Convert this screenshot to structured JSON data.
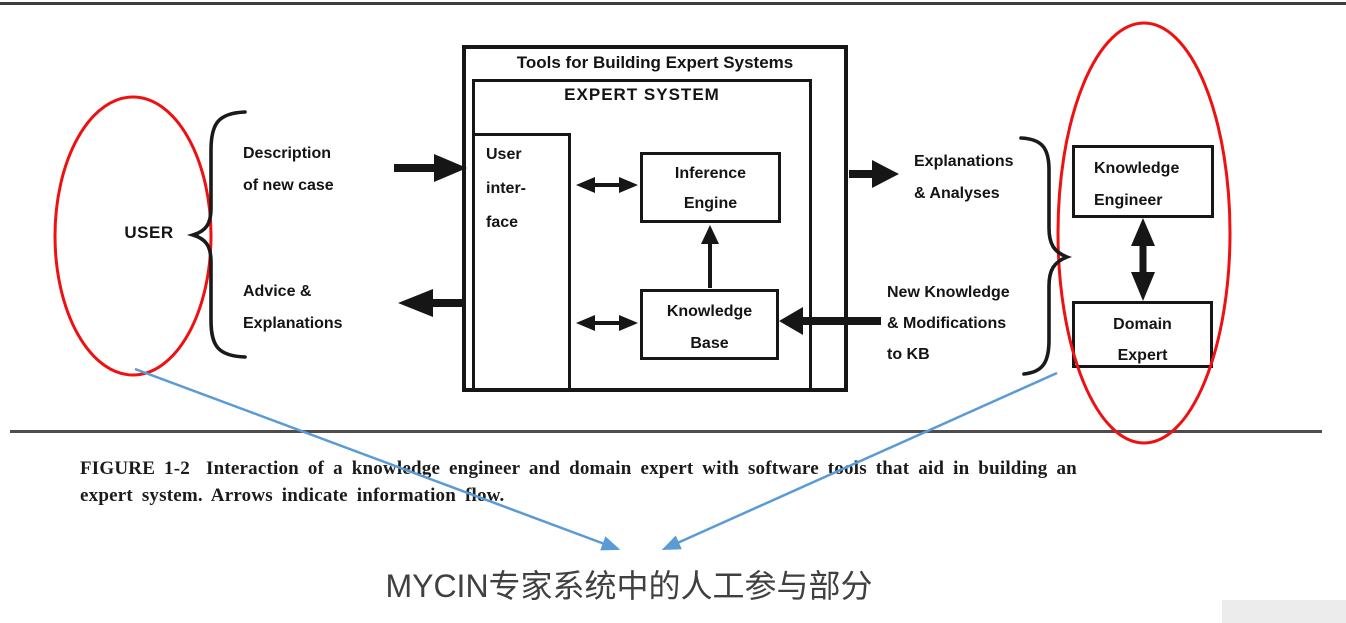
{
  "colors": {
    "ellipse_red": "#ee1111",
    "arrow_blue": "#5b9bd5"
  },
  "diagram": {
    "tools_title": "Tools for Building Expert Systems",
    "expert_system_title": "EXPERT SYSTEM",
    "user_interface_box": {
      "line1": "User",
      "line2": "inter-",
      "line3": "face"
    },
    "inference_engine_box": {
      "line1": "Inference",
      "line2": "Engine"
    },
    "knowledge_base_box": {
      "line1": "Knowledge",
      "line2": "Base"
    },
    "knowledge_engineer_box": {
      "line1": "Knowledge",
      "line2": "Engineer"
    },
    "domain_expert_box": {
      "line1": "Domain",
      "line2": "Expert"
    },
    "user_label": "USER",
    "description_label": {
      "line1": "Description",
      "line2": "of new case"
    },
    "advice_label": {
      "line1": "Advice &",
      "line2": "Explanations"
    },
    "explanations_label": {
      "line1": "Explanations",
      "line2": "& Analyses"
    },
    "new_knowledge_label": {
      "line1": "New Knowledge",
      "line2": "& Modifications",
      "line3": "to KB"
    }
  },
  "caption": {
    "figure_label": "FIGURE 1-2",
    "line1_rest": "Interaction of a knowledge engineer and domain expert with software tools that aid in building an",
    "line2": "expert system. Arrows indicate information flow."
  },
  "annotation": {
    "title_cn": "MYCIN专家系统中的人工参与部分"
  }
}
